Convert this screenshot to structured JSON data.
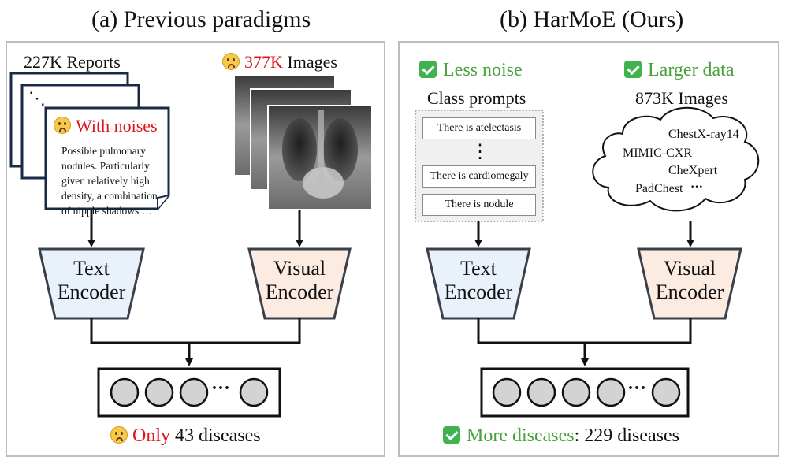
{
  "left_panel": {
    "title": "(a) Previous paradigms",
    "reports_label": "227K Reports",
    "report_dots": "⋱",
    "noise_label": "With noises",
    "report_text": "Possible pulmonary nodules. Particularly given relatively high density, a combination of nipple shadows …",
    "images_count": "377K",
    "images_label": " Images",
    "text_encoder": [
      "Text",
      "Encoder"
    ],
    "visual_encoder": [
      "Visual",
      "Encoder"
    ],
    "ellipsis": "···",
    "bottom_only": "Only",
    "bottom_rest": " 43 diseases"
  },
  "right_panel": {
    "title": "(b) HarMoE (Ours)",
    "less_noise": "Less noise",
    "class_prompts": "Class prompts",
    "prompts": [
      "There is atelectasis",
      "There is cardiomegaly",
      "There is nodule"
    ],
    "vdots": "⋮",
    "larger_data": "Larger data",
    "images_label": "873K Images",
    "datasets": [
      "ChestX-ray14",
      "MIMIC-CXR",
      "CheXpert",
      "PadChest"
    ],
    "cloud_ellipsis": "···",
    "text_encoder": [
      "Text",
      "Encoder"
    ],
    "visual_encoder": [
      "Visual",
      "Encoder"
    ],
    "ellipsis": "···",
    "more_diseases": "More diseases",
    "bottom_rest": ": 229 diseases"
  },
  "colors": {
    "text_encoder_fill": "#e9f1fb",
    "visual_encoder_fill": "#fcebe1",
    "red": "#e0141b",
    "green": "#4aa23e",
    "node_fill": "#d3d3d3"
  }
}
